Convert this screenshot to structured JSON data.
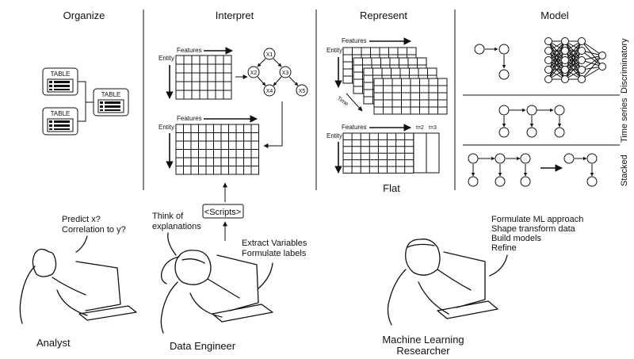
{
  "sections": {
    "organize": "Organize",
    "interpret": "Interpret",
    "represent": "Represent",
    "model": "Model"
  },
  "organize": {
    "table_label": "TABLE"
  },
  "interpret": {
    "features_label": "Features",
    "entity_label": "Entity",
    "dag_nodes": [
      "X1",
      "X2",
      "X3",
      "X4",
      "X5"
    ],
    "scripts_label": "<Scripts>"
  },
  "represent": {
    "features_label": "Features",
    "entity_label": "Entity",
    "time_label": "Time",
    "t2_label": "t=2",
    "t3_label": "t=3",
    "flat_label": "Flat"
  },
  "model": {
    "rows": [
      "Discriminatory",
      "Time series",
      "Stacked"
    ]
  },
  "people": {
    "analyst": {
      "name": "Analyst",
      "thought_1": "Predict x?",
      "thought_2": "Correlation to y?"
    },
    "engineer": {
      "name": "Data Engineer",
      "thought_1": "Think of",
      "thought_2": "explanations",
      "task_1": "Extract Variables",
      "task_2": "Formulate labels"
    },
    "researcher": {
      "name_1": "Machine Learning",
      "name_2": "Researcher",
      "task_1": "Formulate ML approach",
      "task_2": "Shape transform data",
      "task_3": "Build models",
      "task_4": "Refine"
    }
  }
}
